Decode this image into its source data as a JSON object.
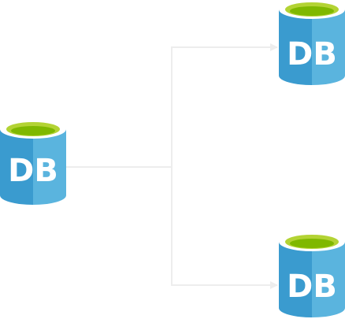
{
  "diagram": {
    "nodes": [
      {
        "id": "source-db",
        "label": "DB"
      },
      {
        "id": "target-db-top",
        "label": "DB"
      },
      {
        "id": "target-db-bottom",
        "label": "DB"
      }
    ],
    "edges": [
      {
        "from": "source-db",
        "to": "target-db-top"
      },
      {
        "from": "source-db",
        "to": "target-db-bottom"
      }
    ],
    "colors": {
      "cylinder_body_dark": "#3A9BCF",
      "cylinder_body_light": "#5AB4DE",
      "cylinder_top_rim": "#FFFFFF",
      "cylinder_top_fill_outer": "#B3D334",
      "cylinder_top_fill_inner": "#7FB800",
      "connector": "#EDEDED",
      "background": "#FFFFFF"
    }
  }
}
